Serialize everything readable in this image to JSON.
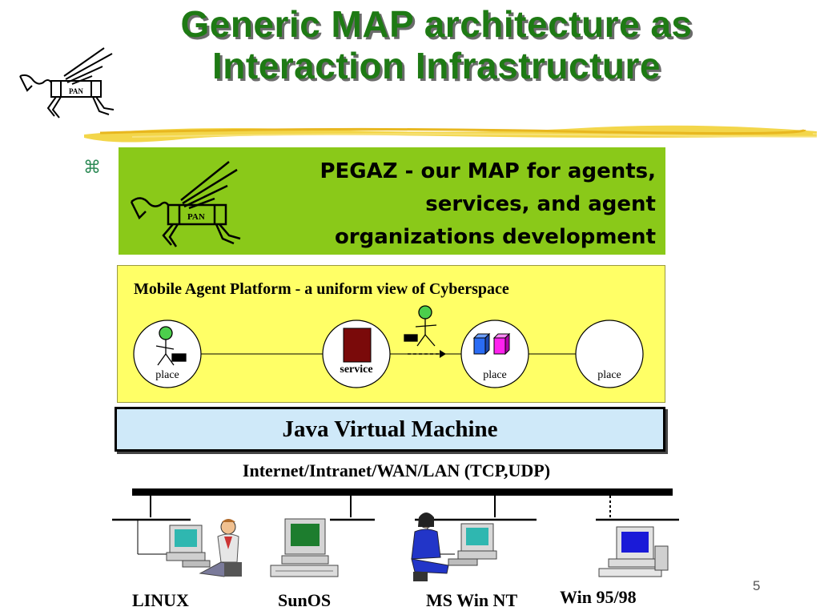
{
  "slide": {
    "title_line1": "Generic MAP architecture as",
    "title_line2": "Interaction Infrastructure",
    "bullet_symbol": "⌘",
    "page_number": "5",
    "logo_text": "PAN"
  },
  "pegaz": {
    "line1": "PEGAZ - our MAP for  agents,",
    "line2": "services, and agent",
    "line3": "organizations development"
  },
  "platform": {
    "heading": "Mobile Agent Platform - a uniform view of Cyberspace",
    "places": [
      {
        "label": "place",
        "content": "agent-with-briefcase"
      },
      {
        "label": "service",
        "content": "service-box"
      },
      {
        "label": "place",
        "content": "blue-and-magenta-cubes"
      },
      {
        "label": "place",
        "content": "empty"
      }
    ],
    "migrating_agent": "agent-icon"
  },
  "jvm": {
    "label": "Java Virtual Machine"
  },
  "network": {
    "label": "Internet/Intranet/WAN/LAN (TCP,UDP)",
    "hosts": [
      {
        "os": "LINUX",
        "icon": "workstation-with-man-icon"
      },
      {
        "os": "SunOS",
        "icon": "sun-workstation-icon"
      },
      {
        "os": "MS Win NT",
        "icon": "workstation-with-woman-icon"
      },
      {
        "os": "Win 95/98",
        "icon": "pc-icon"
      }
    ]
  },
  "colors": {
    "title_green": "#1e7a14",
    "pegaz_bg": "#8ac919",
    "platform_bg": "#ffff66",
    "jvm_bg": "#cfe9f9",
    "service_box": "#7a0a0a",
    "brush_yellow": "#f3d64a"
  }
}
